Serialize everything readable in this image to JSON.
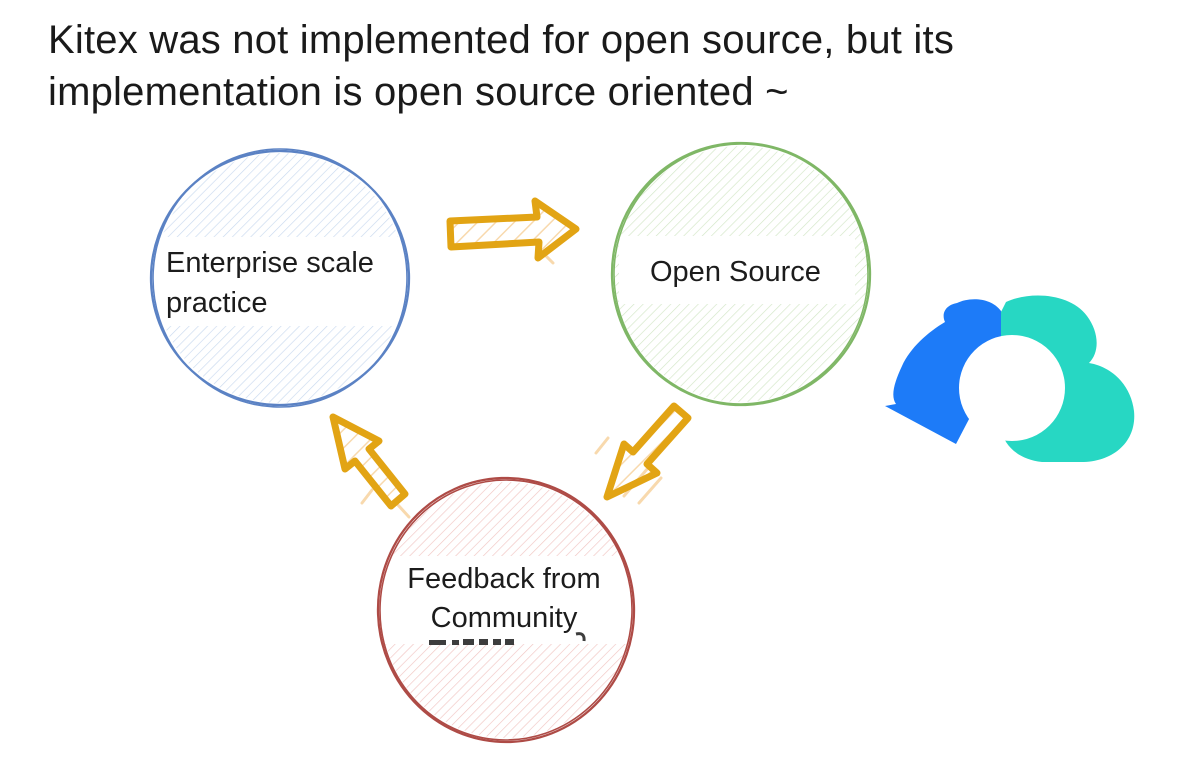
{
  "title": {
    "lines": [
      "Kitex was not implemented for open source, but its",
      "implementation is open source oriented ~"
    ],
    "color": "#1a1a1a"
  },
  "diagram": {
    "nodes": [
      {
        "id": "enterprise-practice",
        "label_lines": [
          "Enterprise scale",
          "practice"
        ],
        "stroke": "#5b82c4",
        "hatch": "#c9d9ef"
      },
      {
        "id": "open-source",
        "label_lines": [
          "Open Source"
        ],
        "stroke": "#7fb766",
        "hatch": "#d2e6c6"
      },
      {
        "id": "community-feedback",
        "label_lines": [
          "Feedback from",
          "Community"
        ],
        "stroke": "#ae4b46",
        "hatch": "#f1c5c2"
      }
    ],
    "arrow_style": {
      "stroke": "#e2a414",
      "hatch": "#f8d9ad"
    },
    "arrows": [
      {
        "from": "enterprise-practice",
        "to": "open-source",
        "direction": "right"
      },
      {
        "from": "open-source",
        "to": "community-feedback",
        "direction": "down-left"
      },
      {
        "from": "community-feedback",
        "to": "enterprise-practice",
        "direction": "up-left"
      }
    ]
  },
  "logo": {
    "name": "cloudwego-logo",
    "blue": "#1d7bf8",
    "teal": "#27d7c3"
  }
}
